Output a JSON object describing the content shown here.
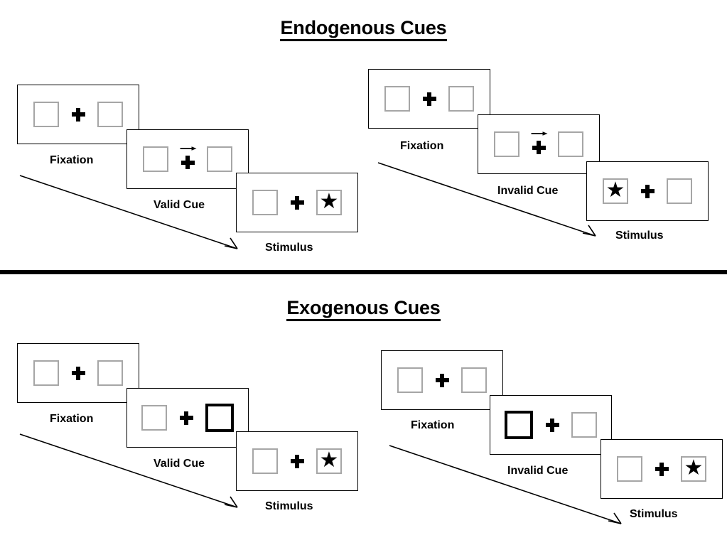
{
  "sections": [
    {
      "id": "endogenous",
      "title": "Endogenous Cues",
      "groups": [
        {
          "id": "endo-valid",
          "panels": [
            {
              "label": "Fixation",
              "cue": "none",
              "target": "none",
              "arrow": "none"
            },
            {
              "label": "Valid Cue",
              "cue": "arrow-right",
              "target": "none",
              "arrow": "right"
            },
            {
              "label": "Stimulus",
              "cue": "none",
              "target": "right",
              "arrow": "none"
            }
          ]
        },
        {
          "id": "endo-invalid",
          "panels": [
            {
              "label": "Fixation",
              "cue": "none",
              "target": "none",
              "arrow": "none"
            },
            {
              "label": "Invalid Cue",
              "cue": "arrow-right",
              "target": "none",
              "arrow": "right"
            },
            {
              "label": "Stimulus",
              "cue": "none",
              "target": "left",
              "arrow": "none"
            }
          ]
        }
      ]
    },
    {
      "id": "exogenous",
      "title": "Exogenous Cues",
      "groups": [
        {
          "id": "exo-valid",
          "panels": [
            {
              "label": "Fixation",
              "cue": "none",
              "target": "none",
              "arrow": "none"
            },
            {
              "label": "Valid Cue",
              "cue": "box-right",
              "target": "none",
              "arrow": "none"
            },
            {
              "label": "Stimulus",
              "cue": "none",
              "target": "right",
              "arrow": "none"
            }
          ]
        },
        {
          "id": "exo-invalid",
          "panels": [
            {
              "label": "Fixation",
              "cue": "none",
              "target": "none",
              "arrow": "none"
            },
            {
              "label": "Invalid Cue",
              "cue": "box-left",
              "target": "none",
              "arrow": "none"
            },
            {
              "label": "Stimulus",
              "cue": "none",
              "target": "right",
              "arrow": "none"
            }
          ]
        }
      ]
    }
  ],
  "labels": {
    "endo_valid_fixation": "Fixation",
    "endo_valid_cue": "Valid Cue",
    "endo_valid_stimulus": "Stimulus",
    "endo_invalid_fixation": "Fixation",
    "endo_invalid_cue": "Invalid Cue",
    "endo_invalid_stimulus": "Stimulus",
    "exo_valid_fixation": "Fixation",
    "exo_valid_cue": "Valid Cue",
    "exo_valid_stimulus": "Stimulus",
    "exo_invalid_fixation": "Fixation",
    "exo_invalid_cue": "Invalid Cue",
    "exo_invalid_stimulus": "Stimulus"
  },
  "titles": {
    "endogenous": "Endogenous Cues",
    "exogenous": "Exogenous Cues"
  },
  "glyphs": {
    "star": "★"
  },
  "colors": {
    "box_border": "#a6a6a6",
    "cued_box_border": "#000000",
    "panel_border": "#000000",
    "text": "#000000",
    "background": "#ffffff",
    "divider": "#000000"
  }
}
